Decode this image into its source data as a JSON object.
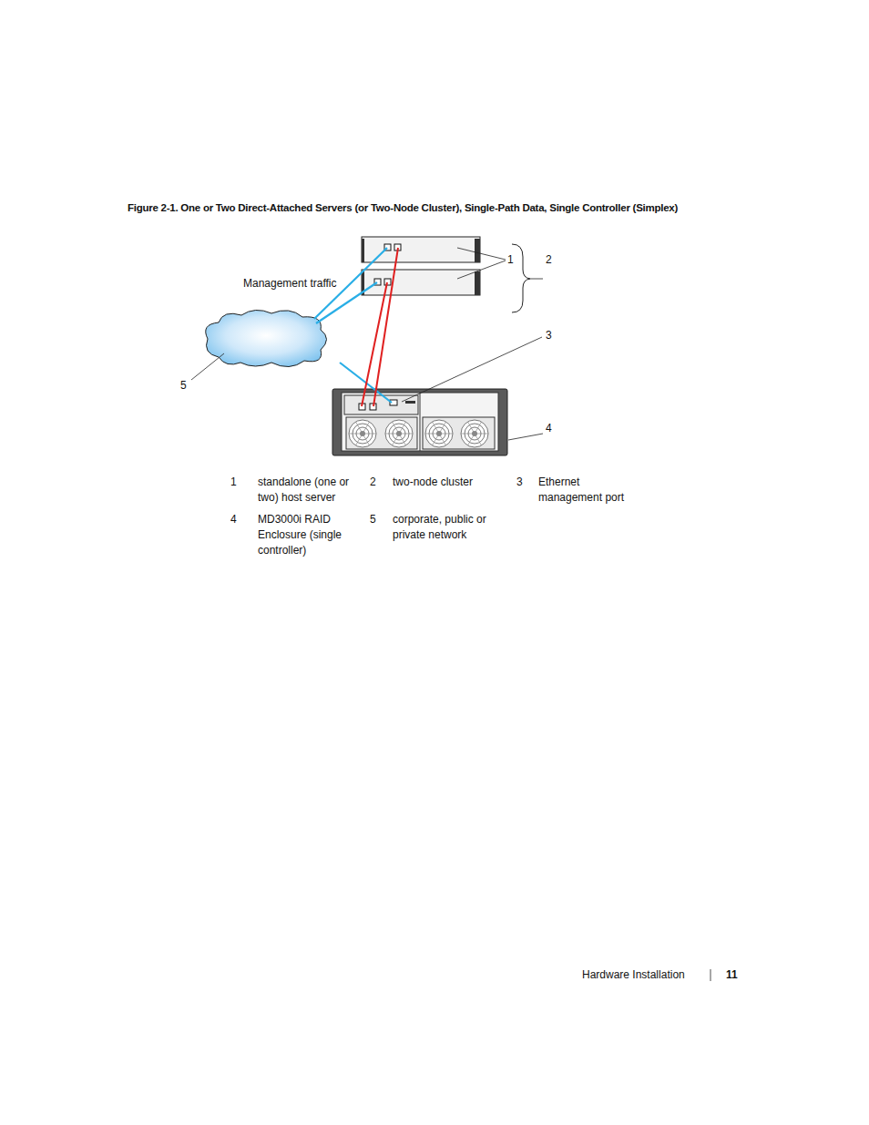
{
  "diagram": {
    "title": "Figure 2-1. One or Two Direct-Attached Servers (or Two-Node Cluster), Single-Path Data, Single Controller (Simplex)",
    "labels": [
      "Management traffic",
      "1",
      "2",
      "3",
      "4",
      "5",
      "1",
      "standalone (one or two) host server",
      "2",
      "two-node cluster",
      "3",
      "Ethernet management port",
      "4",
      "MD3000i RAID Enclosure (single controller)",
      "5",
      "corporate, public or private network",
      "Hardware Installation",
      "11"
    ]
  }
}
